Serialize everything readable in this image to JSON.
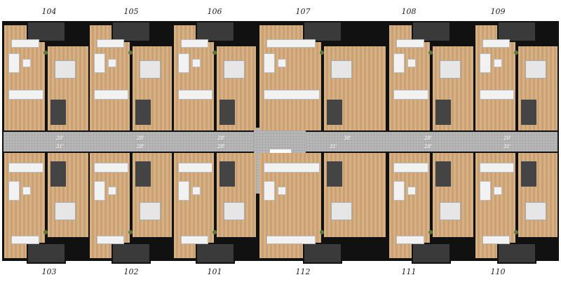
{
  "units_top": [
    "104",
    "105",
    "106",
    "107",
    "108",
    "109"
  ],
  "units_bottom": [
    "103",
    "102",
    "101",
    "112",
    "111",
    "110"
  ],
  "corridor_marks_top": [
    "20'",
    "28'",
    "28'",
    "38'",
    "28'",
    "20'"
  ],
  "corridor_marks_bottom": [
    "31'",
    "28'",
    "28'",
    "31'",
    "28'",
    "31'"
  ],
  "colors": {
    "wood": "#d4aa7a",
    "wall": "#111111",
    "corridor": "#b8b8b8"
  }
}
